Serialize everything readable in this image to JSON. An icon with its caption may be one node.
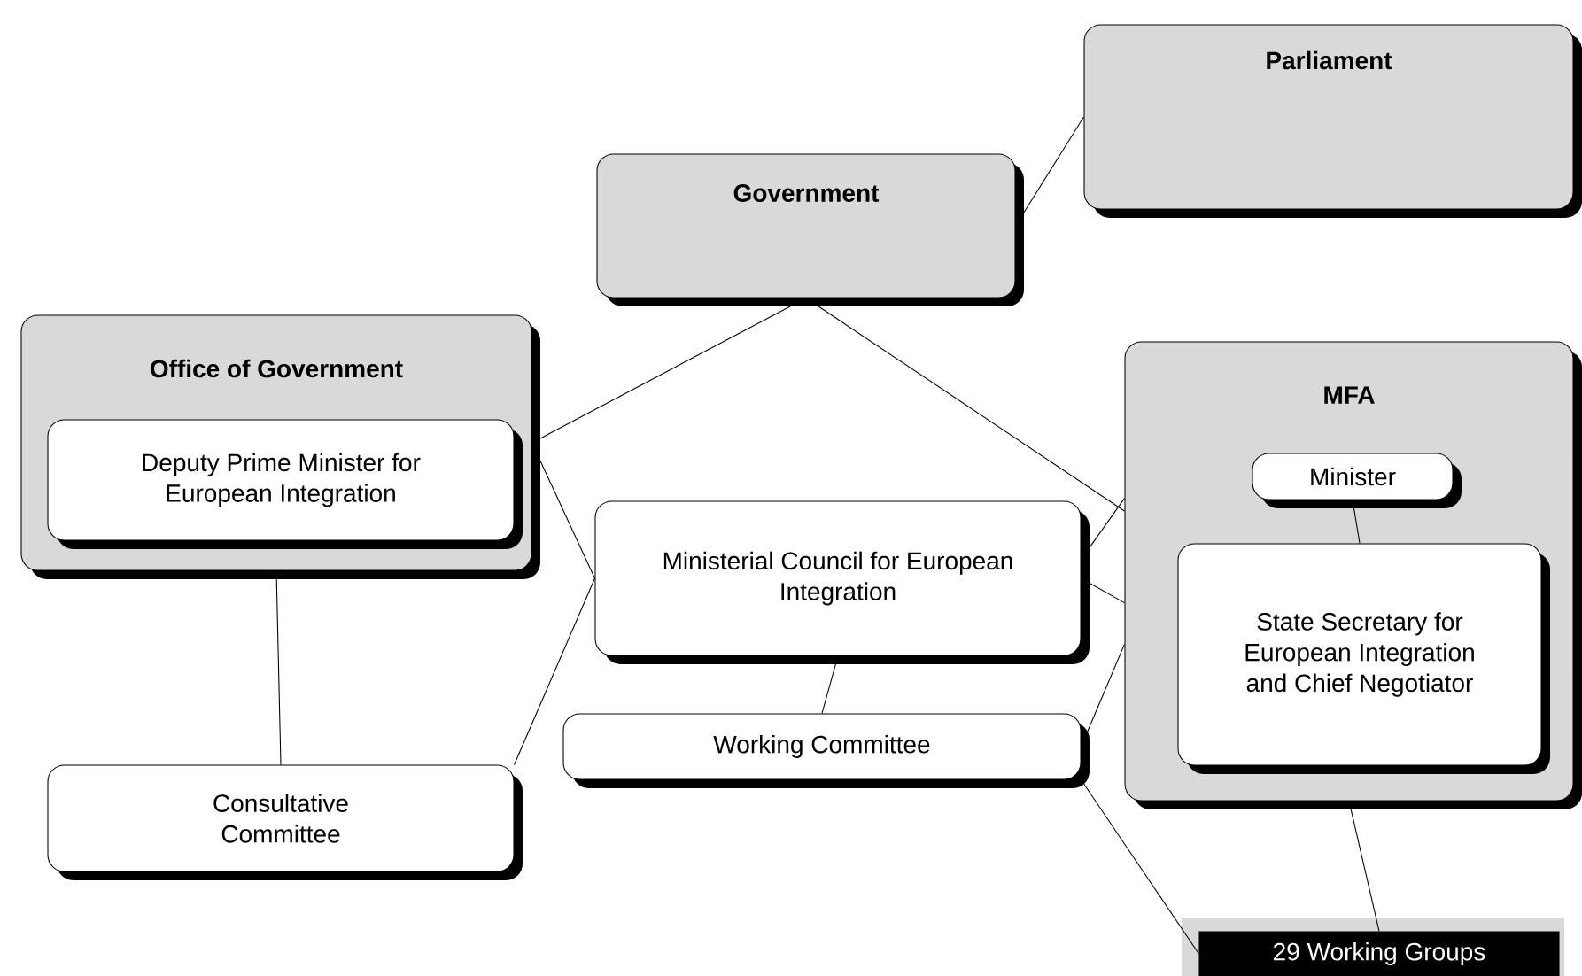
{
  "diagram": {
    "nodes": [
      {
        "text": [
          "Parliament"
        ]
      },
      {
        "text": [
          "Government"
        ]
      },
      {
        "text": [
          "Office of Government"
        ]
      },
      {
        "text": [
          "Deputy Prime Minister for European Integration"
        ],
        "in": 2
      },
      {
        "text": [
          "Ministerial Council for European Integration"
        ]
      },
      {
        "text": [
          "MFA"
        ]
      },
      {
        "text": [
          "Minister"
        ],
        "in": 5
      },
      {
        "text": [
          "State Secretary for European Integration and Chief Negotiator"
        ],
        "in": 5
      },
      {
        "text": [
          "Working Committee"
        ]
      },
      {
        "text": [
          "Consultative Committee"
        ]
      },
      {
        "text": [
          "29 Working Groups"
        ]
      }
    ],
    "edges": [
      {
        "from": 1,
        "to": 0,
        "arrow": "none"
      },
      {
        "from": 1,
        "to": 2,
        "arrow": "none"
      },
      {
        "from": 1,
        "to": 5,
        "arrow": "none"
      },
      {
        "from": 2,
        "to": 4,
        "arrow": "none"
      },
      {
        "from": 2,
        "to": 9,
        "arrow": "none"
      },
      {
        "from": 9,
        "to": 4,
        "arrow": "none"
      },
      {
        "from": 4,
        "to": 5,
        "arrow": "none"
      },
      {
        "from": 4,
        "to": 5,
        "arrow": "none"
      },
      {
        "from": 4,
        "to": 8,
        "arrow": "none"
      },
      {
        "from": 8,
        "to": 5,
        "arrow": "none"
      },
      {
        "from": 8,
        "to": 10,
        "arrow": "none"
      },
      {
        "from": 5,
        "to": 10,
        "arrow": "none"
      },
      {
        "from": 6,
        "to": 7,
        "arrow": "none"
      }
    ]
  }
}
